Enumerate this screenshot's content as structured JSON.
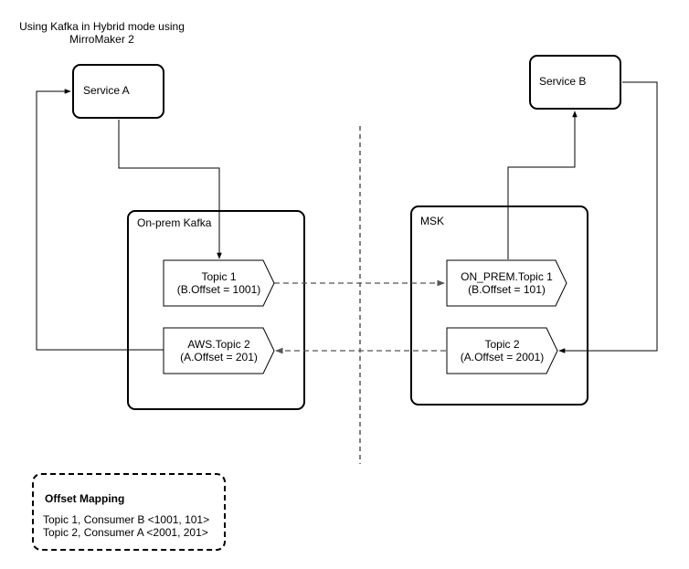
{
  "title": "Using Kafka in Hybrid mode using MirroMaker 2",
  "services": {
    "a": "Service A",
    "b": "Service B"
  },
  "clusters": {
    "onprem": "On-prem Kafka",
    "msk": "MSK"
  },
  "topics": {
    "onprem_topic1": {
      "name": "Topic 1",
      "offset": "(B.Offset = 1001)"
    },
    "onprem_aws_topic2": {
      "name": "AWS.Topic 2",
      "offset": "(A.Offset = 201)"
    },
    "msk_onprem_topic1": {
      "name": "ON_PREM.Topic 1",
      "offset": "(B.Offset = 101)"
    },
    "msk_topic2": {
      "name": "Topic 2",
      "offset": "(A.Offset = 2001)"
    }
  },
  "offset_mapping": {
    "title": "Offset Mapping",
    "lines": [
      "Topic 1, Consumer B <1001, 101>",
      "Topic 2, Consumer A <2001, 201>"
    ]
  },
  "colors": {
    "stroke": "#000000",
    "dashed_connector": "#555555",
    "background": "#ffffff"
  }
}
